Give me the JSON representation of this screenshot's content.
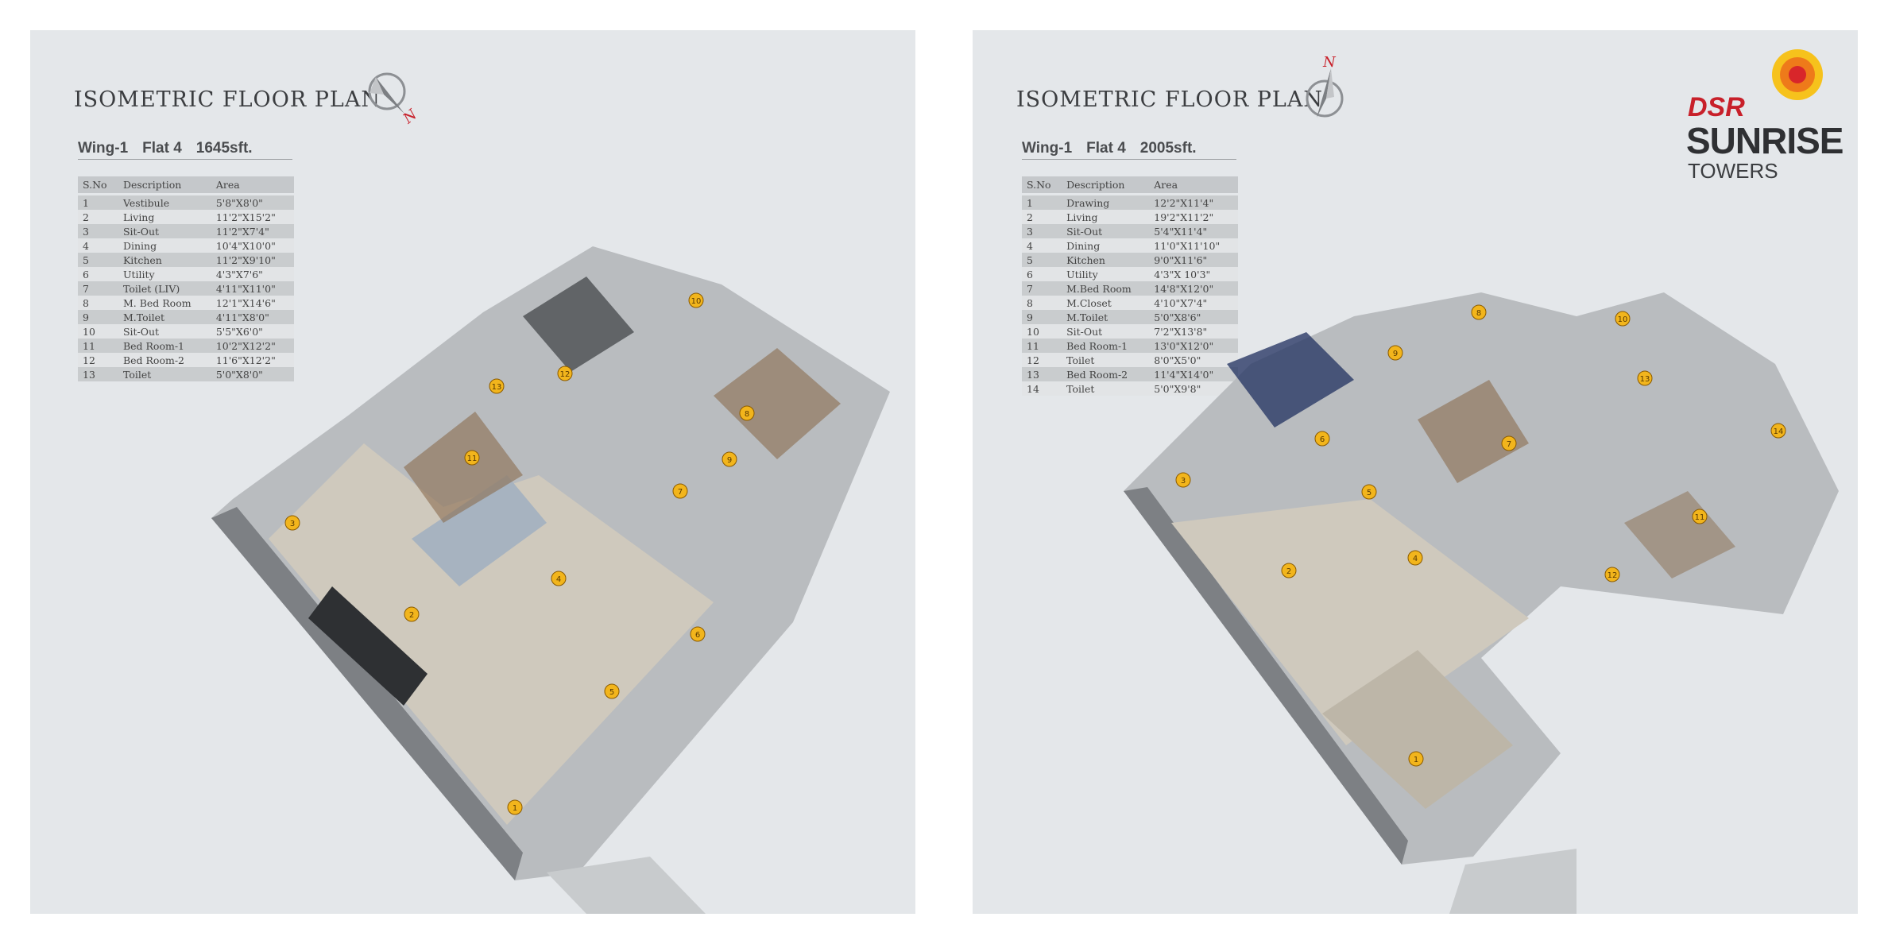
{
  "left": {
    "title": "ISOMETRIC FLOOR PLAN",
    "wing": "Wing-1",
    "flat": "Flat 4",
    "area": "1645sft.",
    "compass_label": "N",
    "headers": [
      "S.No",
      "Description",
      "Area"
    ],
    "rows": [
      [
        "1",
        "Vestibule",
        "5'8\"X8'0\""
      ],
      [
        "2",
        "Living",
        "11'2\"X15'2\""
      ],
      [
        "3",
        "Sit-Out",
        "11'2\"X7'4\""
      ],
      [
        "4",
        "Dining",
        "10'4\"X10'0\""
      ],
      [
        "5",
        "Kitchen",
        "11'2\"X9'10\""
      ],
      [
        "6",
        "Utility",
        "4'3\"X7'6\""
      ],
      [
        "7",
        "Toilet (LIV)",
        "4'11\"X11'0\""
      ],
      [
        "8",
        "M. Bed Room",
        "12'1\"X14'6\""
      ],
      [
        "9",
        "M.Toilet",
        "4'11\"X8'0\""
      ],
      [
        "10",
        "Sit-Out",
        "5'5\"X6'0\""
      ],
      [
        "11",
        "Bed Room-1",
        "10'2\"X12'2\""
      ],
      [
        "12",
        "Bed Room-2",
        "11'6\"X12'2\""
      ],
      [
        "13",
        "Toilet",
        "5'0\"X8'0\""
      ]
    ],
    "markers": [
      "1",
      "2",
      "3",
      "4",
      "5",
      "6",
      "7",
      "8",
      "9",
      "10",
      "11",
      "12",
      "13"
    ]
  },
  "right": {
    "title": "ISOMETRIC FLOOR PLAN",
    "wing": "Wing-1",
    "flat": "Flat 4",
    "area": "2005sft.",
    "compass_label": "N",
    "headers": [
      "S.No",
      "Description",
      "Area"
    ],
    "rows": [
      [
        "1",
        "Drawing",
        "12'2\"X11'4\""
      ],
      [
        "2",
        "Living",
        "19'2\"X11'2\""
      ],
      [
        "3",
        "Sit-Out",
        "5'4\"X11'4\""
      ],
      [
        "4",
        "Dining",
        "11'0\"X11'10\""
      ],
      [
        "5",
        "Kitchen",
        "9'0\"X11'6\""
      ],
      [
        "6",
        "Utility",
        "4'3\"X 10'3\""
      ],
      [
        "7",
        "M.Bed Room",
        "14'8\"X12'0\""
      ],
      [
        "8",
        "M.Closet",
        "4'10\"X7'4\""
      ],
      [
        "9",
        "M.Toilet",
        "5'0\"X8'6\""
      ],
      [
        "10",
        "Sit-Out",
        "7'2\"X13'8\""
      ],
      [
        "11",
        "Bed Room-1",
        "13'0\"X12'0\""
      ],
      [
        "12",
        "Toilet",
        "8'0\"X5'0\""
      ],
      [
        "13",
        "Bed Room-2",
        "11'4\"X14'0\""
      ],
      [
        "14",
        "Toilet",
        "5'0\"X9'8\""
      ]
    ],
    "markers": [
      "1",
      "2",
      "3",
      "4",
      "5",
      "6",
      "7",
      "8",
      "9",
      "10",
      "11",
      "12",
      "13",
      "14"
    ]
  },
  "logo": {
    "brand": "DSR",
    "name": "SUNRISE",
    "tagline": "TOWERS"
  },
  "colors": {
    "panel": "#e4e7ea",
    "brand_red": "#c8202a",
    "marker": "#f2b51c",
    "text": "#3b3d40"
  }
}
